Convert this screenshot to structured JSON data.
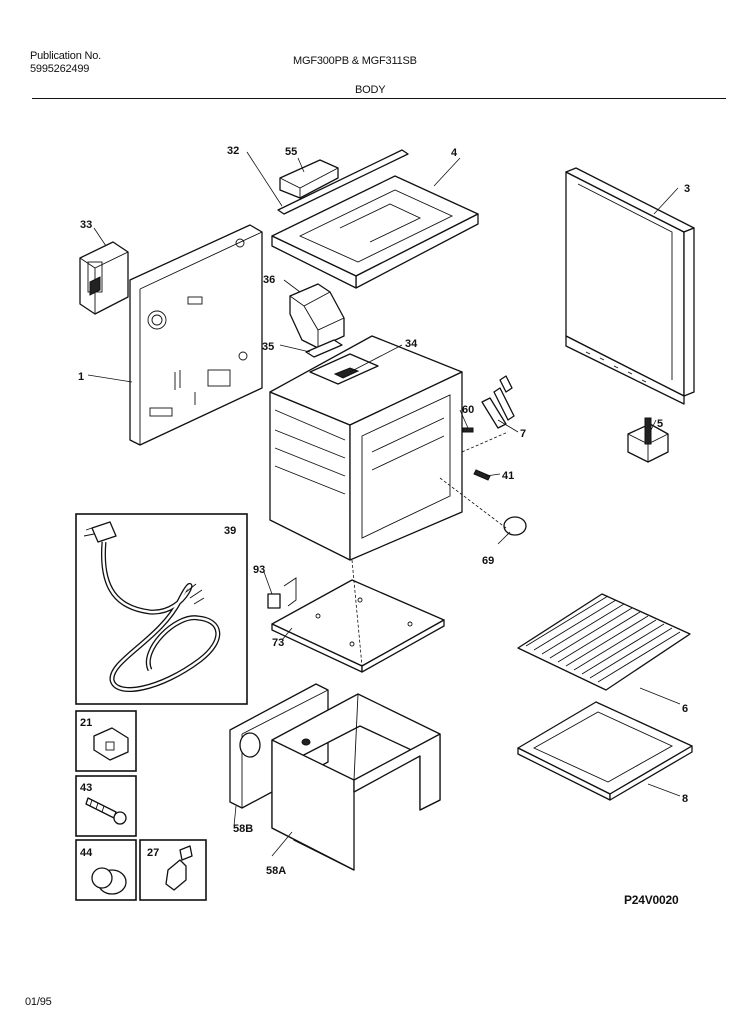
{
  "header": {
    "publication_label": "Publication No.",
    "publication_number": "5995262499",
    "models": "MGF300PB & MGF311SB",
    "section": "BODY"
  },
  "footer": {
    "date": "01/95",
    "drawing_code": "P24V0020"
  },
  "callouts": {
    "c32": "32",
    "c55": "55",
    "c4": "4",
    "c3": "3",
    "c33": "33",
    "c36": "36",
    "c35": "35",
    "c34": "34",
    "c1": "1",
    "c60": "60",
    "c7": "7",
    "c5": "5",
    "c41": "41",
    "c39": "39",
    "c69": "69",
    "c93": "93",
    "c73": "73",
    "c6": "6",
    "c21": "21",
    "c8": "8",
    "c43": "43",
    "c58b": "58B",
    "c44": "44",
    "c27": "27",
    "c58a": "58A"
  }
}
